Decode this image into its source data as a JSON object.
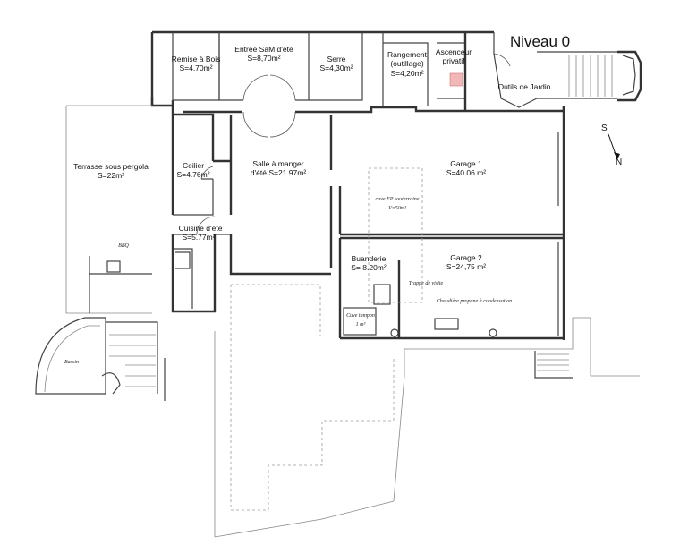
{
  "plan": {
    "level_title": "Niveau 0",
    "compass": {
      "s": "S",
      "n": "N"
    },
    "rooms": {
      "remise_name": "Remise à Bois",
      "remise_area": "S=4.70m²",
      "entree_name": "Entrée SàM d'été",
      "entree_area": "S=8,70m²",
      "serre_name": "Serre",
      "serre_area": "S=4,30m²",
      "rangement_name1": "Rangement",
      "rangement_name2": "(outillage)",
      "rangement_area": "S=4,20m²",
      "ascenseur_name1": "Ascenceur",
      "ascenseur_name2": "privatif",
      "outils_name": "Outils de Jardin",
      "terrasse_name": "Terrasse sous pergola",
      "terrasse_area": "S=22m²",
      "ceilier_name": "Ceilier",
      "ceilier_area": "S=4.76m²",
      "salle_name": "Salle à manger",
      "salle_area": "d'été S=21.97m²",
      "garage1_name": "Garage 1",
      "garage1_area": "S=40.06 m²",
      "cuisine_name": "Cuisine d'été",
      "cuisine_area": "S=5.77m²",
      "buanderie_name": "Buanderie",
      "buanderie_area": "S= 8.20m²",
      "garage2_name": "Garage 2",
      "garage2_area": "S=24,75 m²"
    },
    "annotations": {
      "cuve_ep1": "cuve EP souterraine",
      "cuve_ep2": "V=50m³",
      "trappe": "Trappe de visite",
      "chaudiere": "Chaudière propane à condensation",
      "cuve_tampon1": "Cuve tampon",
      "cuve_tampon2": "1 m³",
      "bbq": "BBQ",
      "bassin": "Bassin"
    }
  }
}
